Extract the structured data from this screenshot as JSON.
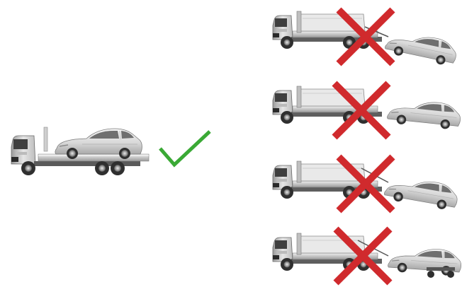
{
  "figure": {
    "approved_method": {
      "method": "flatbed",
      "mark": "check-icon",
      "mark_color": "#3aa935"
    },
    "prohibited_methods": [
      {
        "method": "wheel-lift-rear-wheels-raised",
        "mark": "cross-icon"
      },
      {
        "method": "front-wheels-on-ground-tow",
        "mark": "cross-icon"
      },
      {
        "method": "sling-tow-rear-raised",
        "mark": "cross-icon"
      },
      {
        "method": "dolly-tow",
        "mark": "cross-icon"
      }
    ],
    "cross_color": "#d02a2d",
    "vehicle_color": "#d8d8d8",
    "truck_cab_color": "#cfcfcf",
    "tire_color": "#2f2f2f"
  }
}
